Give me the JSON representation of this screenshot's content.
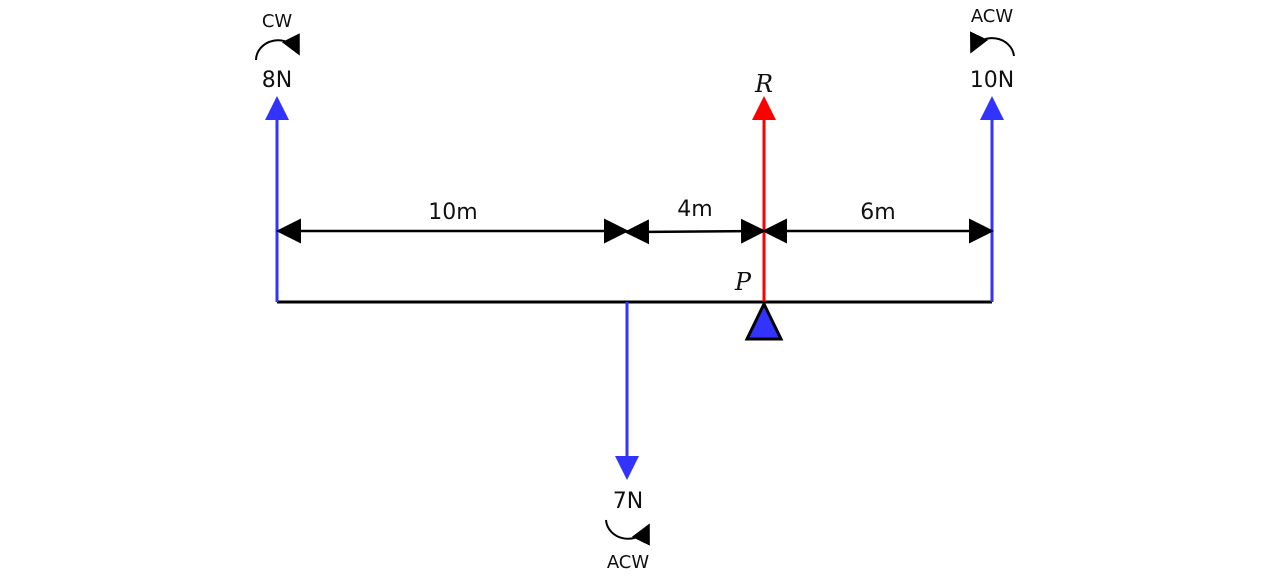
{
  "colors": {
    "force": "#3333ff",
    "reaction": "#ff0000",
    "beam": "#000000",
    "pivot": "#3333ff"
  },
  "forces": {
    "left": {
      "label": "8N",
      "direction": "CW"
    },
    "right": {
      "label": "10N",
      "direction": "ACW"
    },
    "down": {
      "label": "7N",
      "direction": "ACW"
    },
    "reaction": {
      "label": "R"
    }
  },
  "pivot": {
    "label": "P"
  },
  "distances": {
    "a": "10m",
    "b": "4m",
    "c": "6m"
  }
}
